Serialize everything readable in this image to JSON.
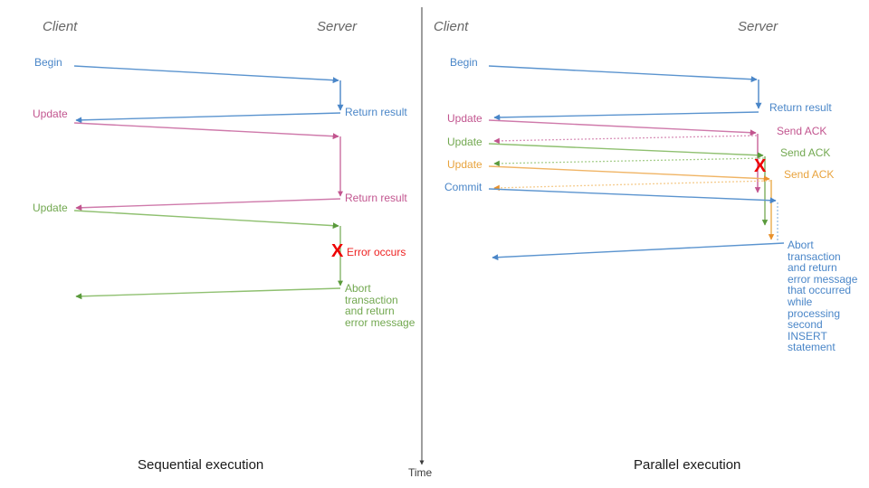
{
  "diagram": {
    "title_hidden": "",
    "colors": {
      "blue": "#4a86c8",
      "blue_light": "#8fb8e0",
      "pink": "#c2558f",
      "pink_light": "#e0a0c4",
      "green": "#72a850",
      "green_light": "#a8cf8e",
      "orange": "#e8a33d",
      "orange_light": "#f5cc8e",
      "red": "#ee0000",
      "actor_gray": "#666666",
      "time_axis": "#3b3b3b"
    },
    "time_axis": {
      "label": "Time"
    },
    "panels": [
      {
        "id": "sequential",
        "caption": "Sequential execution",
        "actors": {
          "client": "Client",
          "server": "Server"
        },
        "client_messages": [
          {
            "label": "Begin",
            "color": "blue"
          },
          {
            "label": "Update",
            "color": "pink"
          },
          {
            "label": "Update",
            "color": "green"
          }
        ],
        "server_messages": [
          {
            "label": "Return result",
            "color": "blue"
          },
          {
            "label": "Return result",
            "color": "pink"
          },
          {
            "label": "Error occurs",
            "color": "red"
          },
          {
            "label": "Abort\ntransaction\nand return\nerror message",
            "color": "green"
          }
        ],
        "error_marker": "X"
      },
      {
        "id": "parallel",
        "caption": "Parallel execution",
        "actors": {
          "client": "Client",
          "server": "Server"
        },
        "client_messages": [
          {
            "label": "Begin",
            "color": "blue"
          },
          {
            "label": "Update",
            "color": "pink"
          },
          {
            "label": "Update",
            "color": "green"
          },
          {
            "label": "Update",
            "color": "orange"
          },
          {
            "label": "Commit",
            "color": "blue"
          }
        ],
        "server_messages": [
          {
            "label": "Return result",
            "color": "blue"
          },
          {
            "label": "Send ACK",
            "color": "pink"
          },
          {
            "label": "Send ACK",
            "color": "green"
          },
          {
            "label": "Send ACK",
            "color": "orange"
          },
          {
            "label": "Abort\ntransaction\nand return\nerror message\nthat occurred\nwhile\nprocessing\nsecond\nINSERT\nstatement",
            "color": "blue"
          }
        ],
        "error_marker": "X"
      }
    ]
  }
}
